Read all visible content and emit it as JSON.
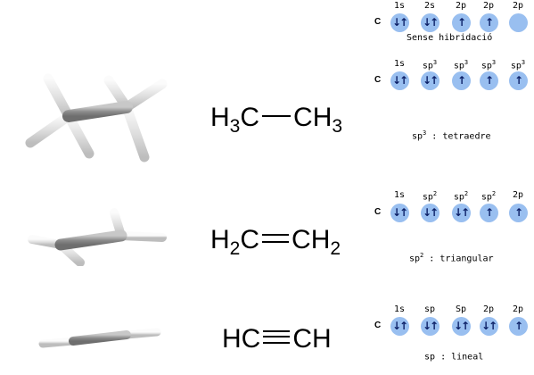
{
  "rows": [
    {
      "formula": {
        "left": "H",
        "left_sub": "3",
        "left_atom": "C",
        "bond": "single",
        "right_atom": "CH",
        "right_sub": "3"
      },
      "config": {
        "atom": "C",
        "orbitals": [
          {
            "label": "1s",
            "sup": "",
            "arrows": "↓↑"
          },
          {
            "label": "2s",
            "sup": "",
            "arrows": "↓↑"
          },
          {
            "label": "2p",
            "sup": "",
            "arrows": "↑"
          },
          {
            "label": "2p",
            "sup": "",
            "arrows": "↑"
          },
          {
            "label": "2p",
            "sup": "",
            "arrows": ""
          }
        ],
        "caption": "Sense hibridació",
        "caption_sup": ""
      },
      "hybrid": {
        "atom": "C",
        "orbitals": [
          {
            "label": "1s",
            "sup": "",
            "arrows": "↓↑"
          },
          {
            "label": "sp",
            "sup": "3",
            "arrows": "↓↑"
          },
          {
            "label": "sp",
            "sup": "3",
            "arrows": "↑"
          },
          {
            "label": "sp",
            "sup": "3",
            "arrows": "↑"
          },
          {
            "label": "sp",
            "sup": "3",
            "arrows": "↑"
          }
        ],
        "caption_prefix": "sp",
        "caption_sup": "3",
        "caption_rest": " : tetraedre"
      }
    },
    {
      "formula": {
        "left": "H",
        "left_sub": "2",
        "left_atom": "C",
        "bond": "double",
        "right_atom": "CH",
        "right_sub": "2"
      },
      "hybrid": {
        "atom": "C",
        "orbitals": [
          {
            "label": "1s",
            "sup": "",
            "arrows": "↓↑"
          },
          {
            "label": "sp",
            "sup": "2",
            "arrows": "↓↑"
          },
          {
            "label": "sp",
            "sup": "2",
            "arrows": "↓↑"
          },
          {
            "label": "sp",
            "sup": "2",
            "arrows": "↑"
          },
          {
            "label": "2p",
            "sup": "",
            "arrows": "↑"
          }
        ],
        "caption_prefix": "sp",
        "caption_sup": "2",
        "caption_rest": " : triangular"
      }
    },
    {
      "formula": {
        "left": "",
        "left_sub": "",
        "left_atom": "HC",
        "bond": "triple",
        "right_atom": "CH",
        "right_sub": ""
      },
      "hybrid": {
        "atom": "C",
        "orbitals": [
          {
            "label": "1s",
            "sup": "",
            "arrows": "↓↑"
          },
          {
            "label": "sp",
            "sup": "",
            "arrows": "↓↑"
          },
          {
            "label": "Sp",
            "sup": "",
            "arrows": "↓↑"
          },
          {
            "label": "2p",
            "sup": "",
            "arrows": "↓↑"
          },
          {
            "label": "2p",
            "sup": "",
            "arrows": "↑"
          }
        ],
        "caption_prefix": "sp",
        "caption_sup": "",
        "caption_rest": " : lineal"
      }
    }
  ],
  "colors": {
    "orbital_fill": "#99bff0",
    "arrow": "#0b1f66",
    "carbon": "#9a9a9a",
    "hydrogen": "#e6e6e6"
  }
}
